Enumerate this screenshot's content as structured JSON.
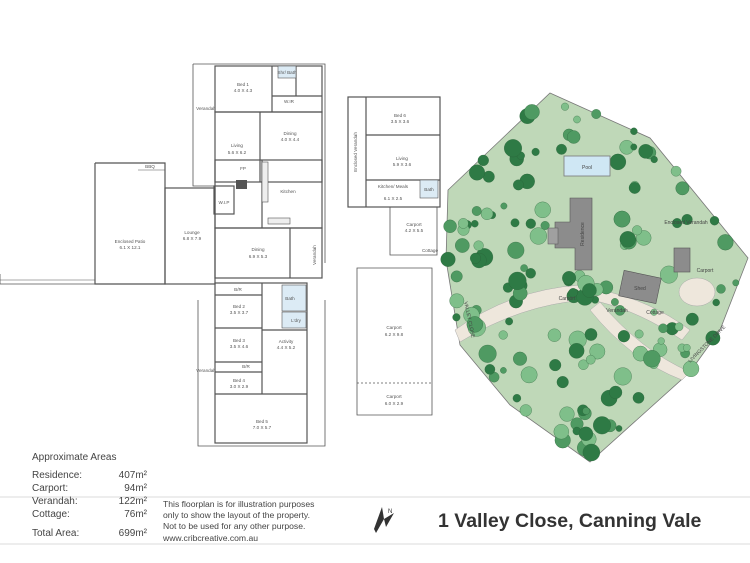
{
  "rooms": {
    "bed1": {
      "name": "Bed 1",
      "dim": "4.0 X 4.3"
    },
    "shr_bath": {
      "name": "Shr/ Bath"
    },
    "wir1": {
      "name": "W.IR"
    },
    "verandah_nw": {
      "name": "Verandah"
    },
    "living": {
      "name": "Living",
      "dim": "5.6 X 6.2"
    },
    "dining1": {
      "name": "Dining",
      "dim": "4.0 X 4.4"
    },
    "fp": {
      "name": "FP"
    },
    "kitchen": {
      "name": "Kitchen"
    },
    "wip": {
      "name": "W.I.P"
    },
    "bbq": {
      "name": "BBQ"
    },
    "patio": {
      "name": "Enclosed Patio",
      "dim": "6.1 X 12.1"
    },
    "lounge": {
      "name": "Lounge",
      "dim": "6.8 X 7.9"
    },
    "dining2": {
      "name": "Dining",
      "dim": "6.9 X 5.3"
    },
    "verandah_e": {
      "name": "Verandah"
    },
    "bir": {
      "name": "B/R"
    },
    "bath": {
      "name": "Bath"
    },
    "ldry": {
      "name": "L'dry"
    },
    "bed2": {
      "name": "Bed 2",
      "dim": "3.5 X 3.7"
    },
    "bed3": {
      "name": "Bed 3",
      "dim": "3.5 X 4.6"
    },
    "bir2": {
      "name": "B/R"
    },
    "bed4": {
      "name": "Bed 4",
      "dim": "3.0 X 2.9"
    },
    "activity": {
      "name": "Activity",
      "dim": "4.4 X 5.2"
    },
    "verandah_sw": {
      "name": "Verandah"
    },
    "bed5": {
      "name": "Bed 5",
      "dim": "7.0 X 5.7"
    }
  },
  "cottage": {
    "bed6": {
      "name": "Bed 6",
      "dim": "3.5 X 3.6"
    },
    "enclosed_verandah": {
      "name": "Enclosed Verandah"
    },
    "living": {
      "name": "Living",
      "dim": "5.9 X 3.6"
    },
    "kitchen_meals": {
      "name": "Kitchen/ Meals",
      "dim": "6.1 X 2.5"
    },
    "bath": {
      "name": "Bath"
    },
    "carport": {
      "name": "Carport",
      "dim": "4.2 X 5.5"
    },
    "label": "Cottage"
  },
  "carports": {
    "main": {
      "name": "Carport",
      "dim": "6.2 X 9.8"
    },
    "small": {
      "name": "Carport",
      "dim": "6.0 X 2.9"
    }
  },
  "site": {
    "pool": "Pool",
    "residence": "Residence",
    "enclosed_verandah": "Enclosed Verandah",
    "carport_east": "Carport",
    "shed": "Shed",
    "carport_west": "Carport",
    "verandah": "Verandah",
    "cottage": "Cottage",
    "street1": "VALLEY CLOSE",
    "street2": "LIVINGSTONE DRIVE"
  },
  "areas": {
    "title": "Approximate Areas",
    "rows": [
      {
        "label": "Residence:",
        "value": "407m²"
      },
      {
        "label": "Carport:",
        "value": "94m²"
      },
      {
        "label": "Verandah:",
        "value": "122m²"
      },
      {
        "label": "Cottage:",
        "value": "76m²"
      }
    ],
    "total": {
      "label": "Total Area:",
      "value": "699m²"
    }
  },
  "disclaimer": [
    "This floorplan is for illustration purposes",
    "only to show the layout of the property.",
    "Not to be used for any other purpose.",
    "www.cribcreative.com.au"
  ],
  "address": "1 Valley Close, Canning Vale",
  "colors": {
    "wall": "#555555",
    "grass": "#bfd8b8",
    "tree_dark": "#2e7a45",
    "tree_mid": "#4f9a62",
    "tree_light": "#7fbf8a",
    "path": "#eee7dc",
    "roof": "#8c8c8c",
    "pool": "#cfe7f4",
    "bath": "#dcebf5"
  },
  "icons": {
    "north": "north-arrow-icon"
  }
}
